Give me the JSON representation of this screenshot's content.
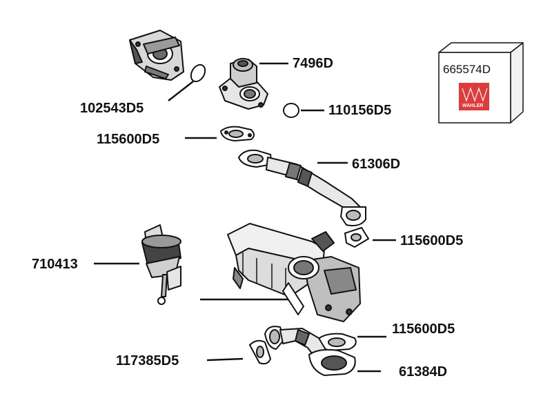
{
  "kit": {
    "part_number": "665574D",
    "brand": "WAHLER",
    "brand_color": "#e03a3a"
  },
  "parts": [
    {
      "id": "egr-valve",
      "number": "7496D"
    },
    {
      "id": "seal-ring-left",
      "number": "102543D5"
    },
    {
      "id": "seal-ring-right",
      "number": "110156D5"
    },
    {
      "id": "gasket-upper",
      "number": "115600D5"
    },
    {
      "id": "pipe-upper",
      "number": "61306D"
    },
    {
      "id": "gasket-middle",
      "number": "115600D5"
    },
    {
      "id": "actuator",
      "number": "710413"
    },
    {
      "id": "gasket-lower-right",
      "number": "115600D5"
    },
    {
      "id": "gasket-lower-left",
      "number": "117385D5"
    },
    {
      "id": "pipe-lower",
      "number": "61384D"
    }
  ],
  "colors": {
    "line": "#111111",
    "fill_light": "#ffffff",
    "fill_shade": "#8a8a8a",
    "fill_dark": "#3a3a3a"
  }
}
